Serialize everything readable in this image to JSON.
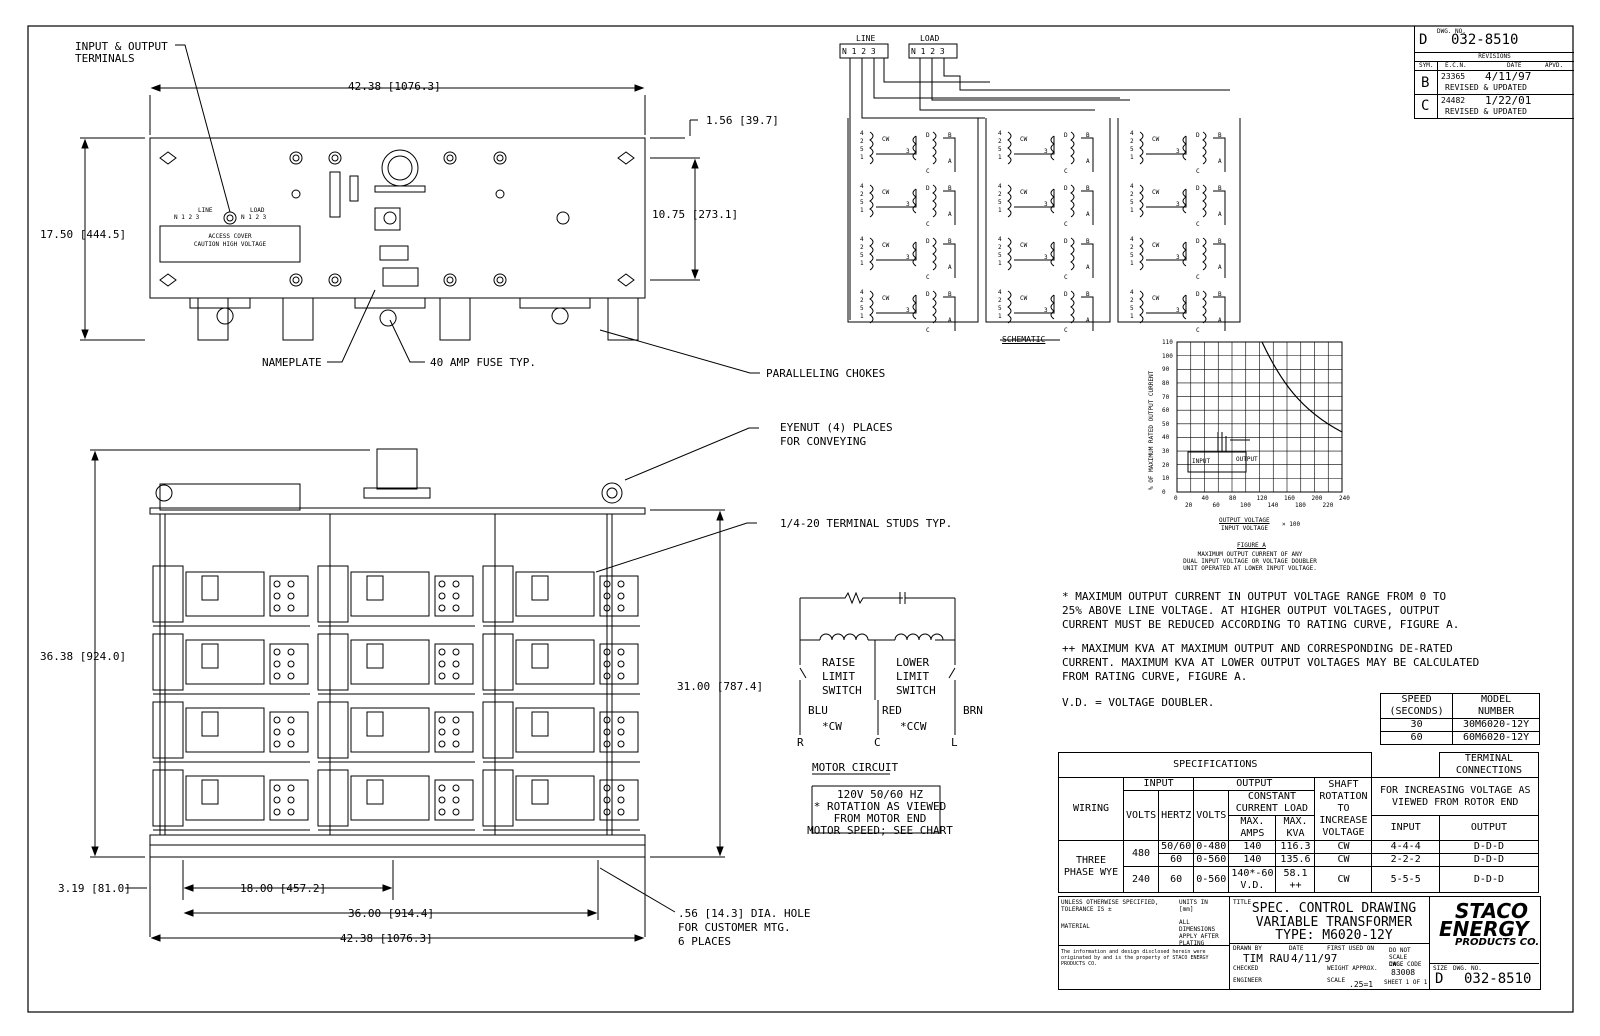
{
  "top_view": {
    "callouts": {
      "io_terminals_1": "INPUT & OUTPUT",
      "io_terminals_2": "TERMINALS",
      "nameplate": "NAMEPLATE",
      "fuse": "40 AMP FUSE TYP.",
      "chokes": "PARALLELING CHOKES"
    },
    "dimensions": {
      "width": "42.38 [1076.3]",
      "height": "17.50 [444.5]",
      "inner_height": "10.75 [273.1]",
      "offset": "1.56 [39.7]"
    },
    "panel": {
      "line_label": "LINE",
      "load_label": "LOAD",
      "line_terms": "N  1  2  3",
      "load_terms": "N  1  2  3",
      "cover_1": "ACCESS COVER",
      "cover_2": "CAUTION HIGH VOLTAGE"
    }
  },
  "front_view": {
    "callouts": {
      "eyenut_1": "EYENUT (4) PLACES",
      "eyenut_2": "FOR CONVEYING",
      "studs": "1/4-20 TERMINAL STUDS TYP.",
      "hole_1": ".56 [14.3] DIA. HOLE",
      "hole_2": "FOR CUSTOMER MTG.",
      "hole_3": "6 PLACES"
    },
    "dimensions": {
      "height": "36.38 [924.0]",
      "inner_height": "31.00 [787.4]",
      "base": "3.19 [81.0]",
      "hole_span_1": "18.00 [457.2]",
      "hole_span_2": "36.00 [914.4]",
      "width": "42.38 [1076.3]"
    }
  },
  "schematic": {
    "label": "SCHEMATIC",
    "line_label": "LINE",
    "load_label": "LOAD",
    "line_terms": "N 1 2 3",
    "load_terms": "N 1 2 3",
    "cw": "CW",
    "taps": [
      "4",
      "2",
      "5",
      "1"
    ],
    "wiper": "3",
    "winding_letters": [
      "D",
      "B",
      "C",
      "A"
    ]
  },
  "figure_a": {
    "y_axis_label": "% OF MAXIMUM RATED OUTPUT CURRENT",
    "y_ticks": [
      "0",
      "10",
      "20",
      "30",
      "40",
      "50",
      "60",
      "70",
      "80",
      "90",
      "100",
      "110"
    ],
    "x_ticks_top": [
      "0",
      "40",
      "80",
      "120",
      "160",
      "200",
      "240"
    ],
    "x_ticks_bottom": [
      "20",
      "60",
      "100",
      "140",
      "180",
      "220"
    ],
    "x_label_num": "OUTPUT VOLTAGE",
    "x_label_den": "INPUT VOLTAGE",
    "x_label_mult": "× 100",
    "input_label": "INPUT",
    "output_label": "OUTPUT",
    "caption": "FIGURE A",
    "caption_1": "MAXIMUM OUTPUT CURRENT OF ANY",
    "caption_2": "DUAL INPUT VOLTAGE OR VOLTAGE DOUBLER",
    "caption_3": "UNIT OPERATED AT LOWER INPUT VOLTAGE."
  },
  "notes": {
    "n1_1": "* MAXIMUM OUTPUT CURRENT IN OUTPUT VOLTAGE RANGE FROM 0 TO",
    "n1_2": "25% ABOVE LINE VOLTAGE.  AT HIGHER OUTPUT VOLTAGES, OUTPUT",
    "n1_3": "CURRENT MUST BE REDUCED ACCORDING TO RATING CURVE, FIGURE A.",
    "n2_1": "++ MAXIMUM KVA AT MAXIMUM OUTPUT AND CORRESPONDING DE-RATED",
    "n2_2": "CURRENT.  MAXIMUM KVA AT LOWER OUTPUT VOLTAGES MAY BE CALCULATED",
    "n2_3": "FROM RATING CURVE, FIGURE A.",
    "n3": "V.D. = VOLTAGE DOUBLER."
  },
  "motor_circuit": {
    "raise_1": "RAISE",
    "raise_2": "LIMIT",
    "raise_3": "SWITCH",
    "lower_1": "LOWER",
    "lower_2": "LIMIT",
    "lower_3": "SWITCH",
    "blu": "BLU",
    "red": "RED",
    "brn": "BRN",
    "cw": "*CW",
    "ccw": "*CCW",
    "r": "R",
    "c": "C",
    "l": "L",
    "title": "MOTOR CIRCUIT",
    "l1": "120V 50/60 HZ",
    "l2": "* ROTATION AS VIEWED",
    "l3": "FROM MOTOR END",
    "l4": "MOTOR SPEED; SEE CHART"
  },
  "speed_table": {
    "h1": "SPEED",
    "h1b": "(SECONDS)",
    "h2": "MODEL",
    "h2b": "NUMBER",
    "rows": [
      [
        "30",
        "30M6020-12Y"
      ],
      [
        "60",
        "60M6020-12Y"
      ]
    ]
  },
  "specs": {
    "title": "SPECIFICATIONS",
    "input": "INPUT",
    "output": "OUTPUT",
    "wiring": "WIRING",
    "volts": "VOLTS",
    "hertz": "HERTZ",
    "out_volts": "VOLTS",
    "const_load": "CONSTANT CURRENT LOAD",
    "max_amps": "MAX. AMPS",
    "max_kva": "MAX. KVA",
    "shaft": "SHAFT ROTATION TO INCREASE VOLTAGE",
    "term_conn": "TERMINAL CONNECTIONS",
    "term_desc": "FOR INCREASING VOLTAGE AS VIEWED FROM ROTOR END",
    "term_in": "INPUT",
    "term_out": "OUTPUT",
    "wiring_val": "THREE PHASE WYE",
    "r1": {
      "volts": "480",
      "hz": "50/60",
      "vout": "0-480",
      "amps": "140",
      "kva": "116.3",
      "rot": "CW",
      "in": "4-4-4",
      "out": "D-D-D"
    },
    "r2": {
      "hz": "60",
      "vout": "0-560",
      "amps": "140",
      "kva": "135.6",
      "rot": "CW",
      "in": "2-2-2",
      "out": "D-D-D"
    },
    "r3": {
      "volts": "240",
      "hz": "60",
      "vout": "0-560",
      "amps": "140*-60 V.D.",
      "kva": "58.1 ++",
      "rot": "CW",
      "in": "5-5-5",
      "out": "D-D-D"
    }
  },
  "title_block": {
    "title_label": "TITLE",
    "line1": "SPEC. CONTROL DRAWING",
    "line2": "VARIABLE TRANSFORMER",
    "line3": "TYPE: M6020-12Y",
    "drawn_by_label": "DRAWN BY",
    "drawn_by": "TIM RAU",
    "date_label": "DATE",
    "date": "4/11/97",
    "checked_label": "CHECKED",
    "engineer_label": "ENGINEER",
    "first_used": "FIRST USED ON",
    "weight": "WEIGHT APPROX.",
    "scale_label": "SCALE",
    "scale": ".25=1",
    "sheet": "SHEET 1 OF 1",
    "cage_label": "CAGE CODE",
    "cage": "83008",
    "do_not_scale": "DO NOT SCALE DWG.",
    "size_label": "SIZE",
    "size": "D",
    "dwg_no_label": "DWG. NO.",
    "dwg_no": "032-8510",
    "units": "UNITS IN [mm]",
    "material": "MATERIAL",
    "finish": "ALL DIMENSIONS APPLY AFTER PLATING",
    "tolerance": "UNLESS OTHERWISE SPECIFIED, TOLERANCE IS ±",
    "disclaimer": "The information and design disclosed herein were originated by and is the property of STACO ENERGY PRODUCTS CO."
  },
  "logo": {
    "line1": "STACO",
    "line2": "ENERGY",
    "line3": "PRODUCTS CO."
  },
  "revisions": {
    "size": "D",
    "dwg_no_label": "DWG. NO.",
    "dwg_no": "032-8510",
    "header": "REVISIONS",
    "cols": [
      "SYM.",
      "E.C.N.",
      "DATE",
      "APVD."
    ],
    "rows": [
      {
        "sym": "B",
        "ecn": "23365",
        "date": "4/11/97",
        "desc": "REVISED & UPDATED"
      },
      {
        "sym": "C",
        "ecn": "24482",
        "date": "1/22/01",
        "desc": "REVISED & UPDATED"
      }
    ]
  }
}
